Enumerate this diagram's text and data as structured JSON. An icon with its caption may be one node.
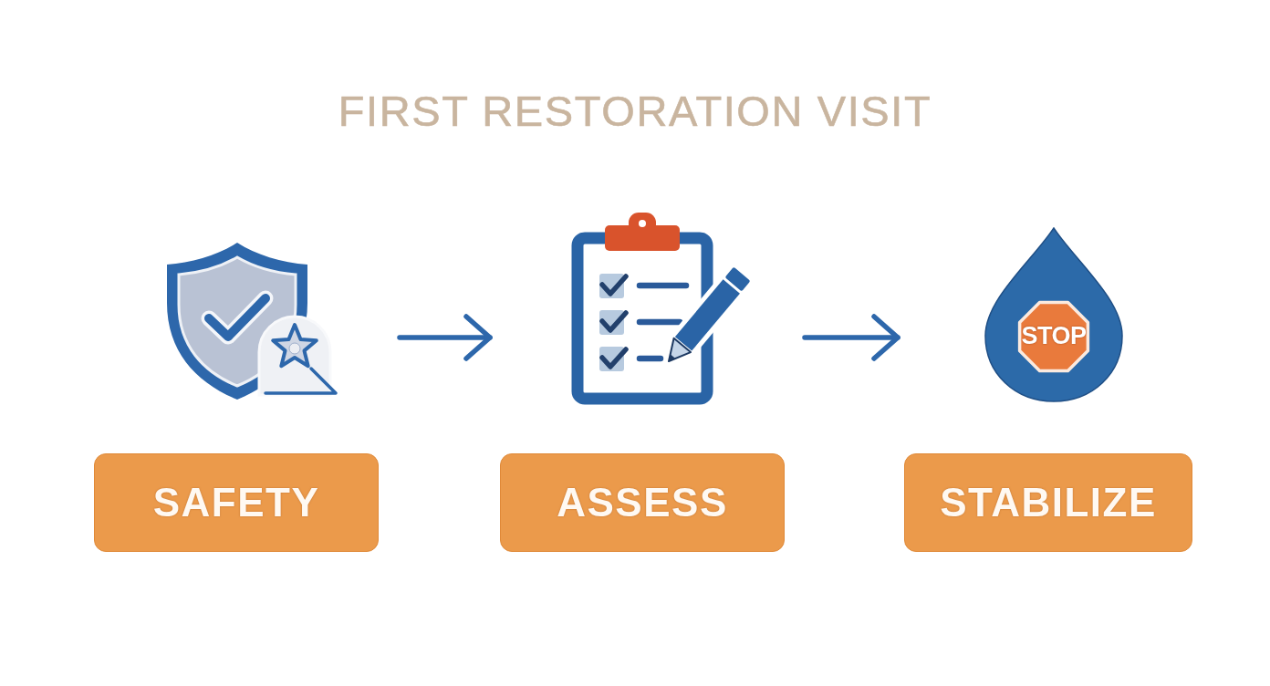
{
  "diagram": {
    "title": "FIRST RESTORATION VISIT",
    "nodes": [
      {
        "text": [],
        "shape": "picture"
      },
      {
        "text": [],
        "shape": "picture"
      },
      {
        "text": [],
        "shape": "picture"
      },
      {
        "text": [
          "STOP"
        ],
        "in": 2
      },
      {
        "text": [
          "SAFETY"
        ]
      },
      {
        "text": [
          "ASSESS"
        ]
      },
      {
        "text": [
          "STABILIZE"
        ]
      }
    ],
    "edges": [
      {
        "from": 0,
        "to": 1,
        "arrow": "to"
      },
      {
        "from": 1,
        "to": 2,
        "arrow": "to"
      }
    ]
  }
}
